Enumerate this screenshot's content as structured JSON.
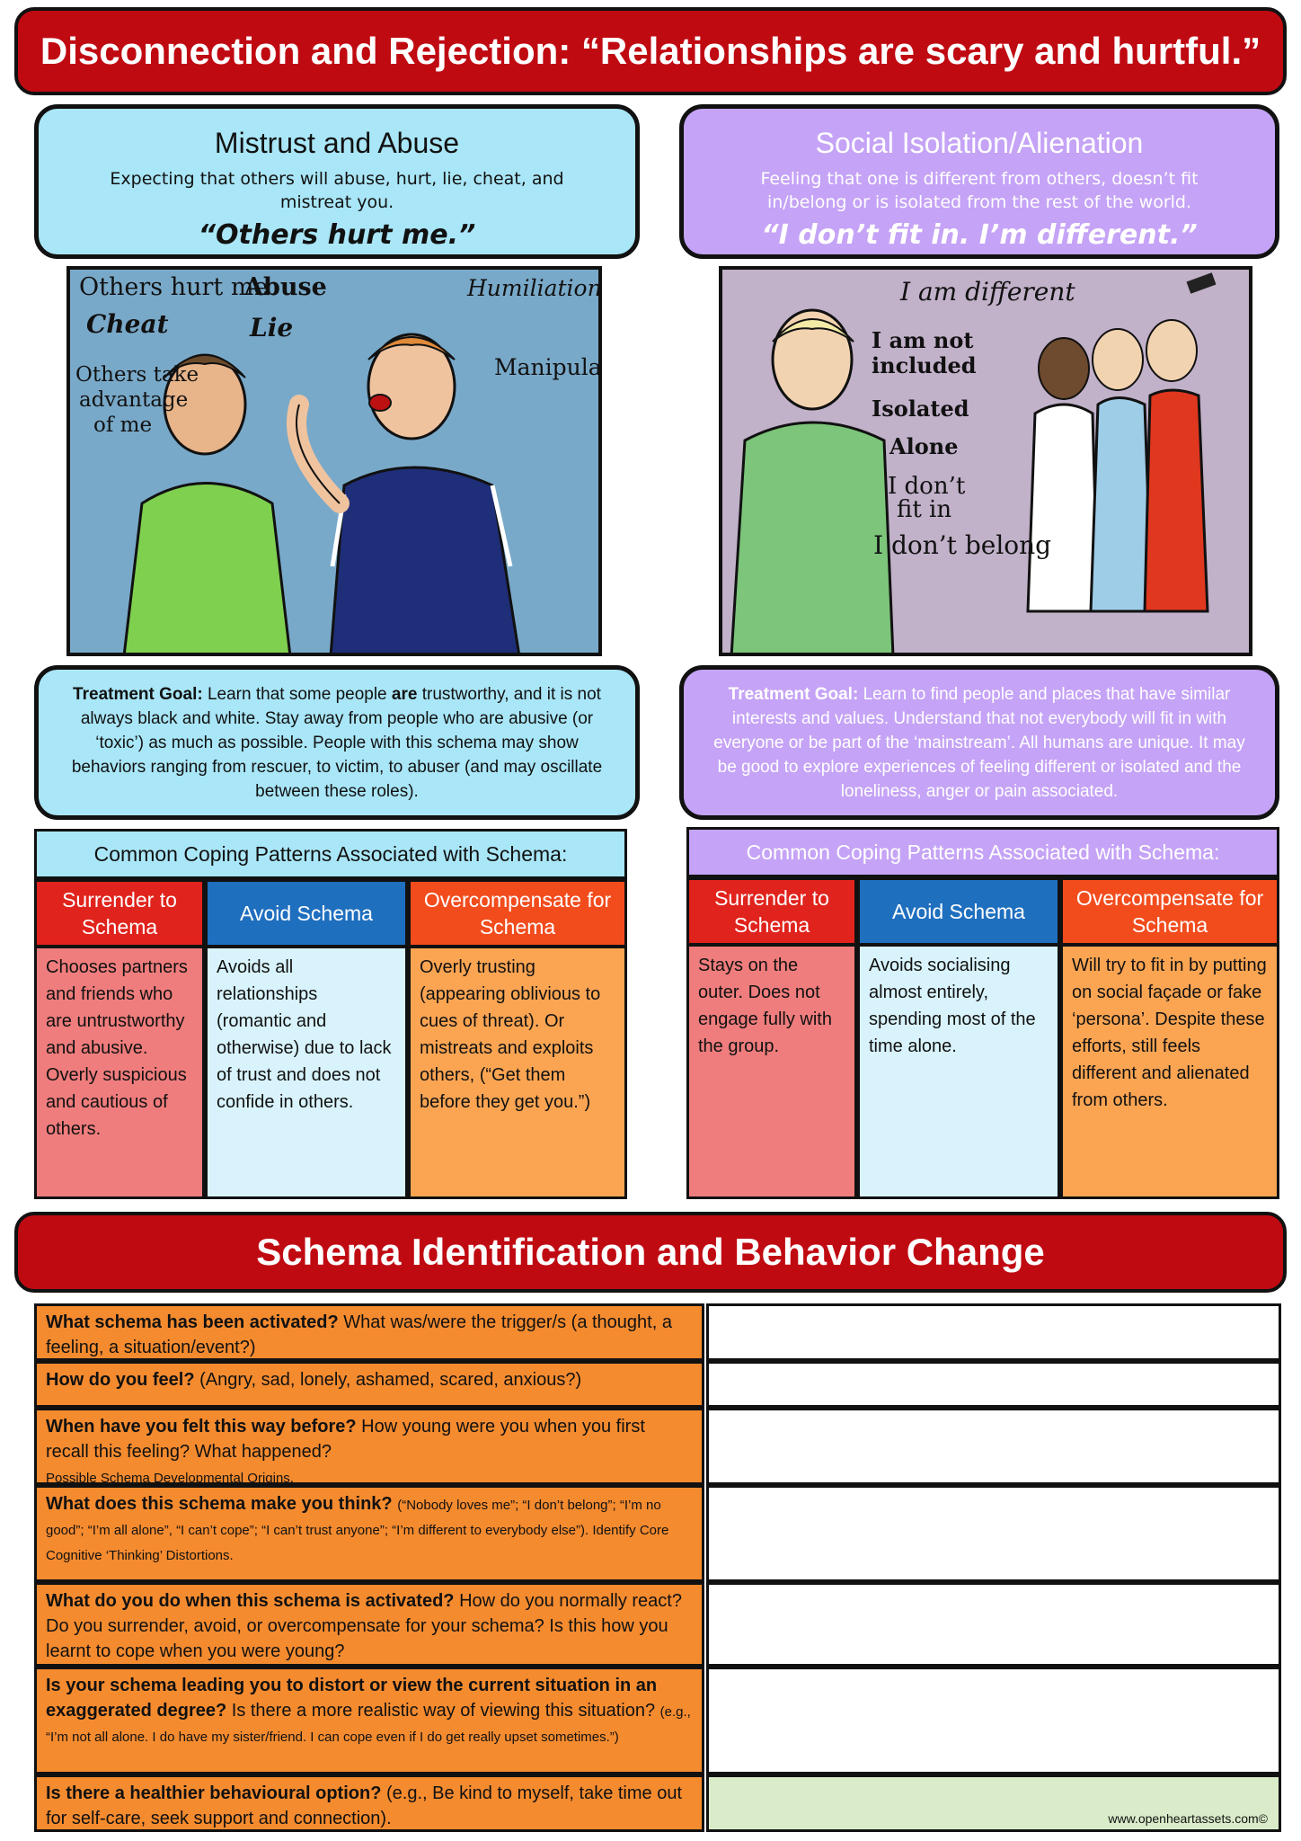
{
  "banner_top": "Disconnection and Rejection: “Relationships are scary and hurtful.”",
  "left": {
    "title": "Mistrust and Abuse",
    "description": "Expecting that others will abuse, hurt, lie, cheat, and mistreat you.",
    "quote": "“Others hurt me.”",
    "illustration_labels": {
      "l1": "Others hurt me",
      "l2": "Abuse",
      "l3": "Humiliation",
      "l4": "Cheat",
      "l5": "Lie",
      "l6": "Others take",
      "l7": "advantage",
      "l8": "of me",
      "l9": "Manipulate"
    },
    "goal_label": "Treatment Goal:",
    "goal_text_1": " Learn that some people ",
    "goal_bold": "are",
    "goal_text_2": " trustworthy, and it is not always black and white. Stay away from people who are abusive (or ‘toxic’) as much as possible. People with this schema may show behaviors ranging from rescuer, to victim, to abuser (and may oscillate between these roles).",
    "coping_header": "Common Coping Patterns Associated with Schema:",
    "columns": [
      {
        "header": "Surrender to Schema",
        "body": "Chooses partners and friends who are untrustworthy and abusive. Overly suspicious and cautious of others."
      },
      {
        "header": "Avoid Schema",
        "body": "Avoids all relationships (romantic and otherwise) due to lack of trust and does not confide in others."
      },
      {
        "header": "Overcompensate for Schema",
        "body": "Overly trusting (appearing oblivious to cues of threat). Or mistreats and exploits others, (“Get them before they get you.”)"
      }
    ]
  },
  "right": {
    "title": "Social Isolation/Alienation",
    "description": "Feeling that one is different from others, doesn’t fit in/belong or is isolated from the rest of the world.",
    "quote": "“I don’t fit in. I’m different.”",
    "illustration_labels": {
      "r1": "I am different",
      "r2": "I am not",
      "r3": "included",
      "r4": "Isolated",
      "r5": "Alone",
      "r6": "I don’t",
      "r7": "fit in",
      "r8": "I don’t belong"
    },
    "goal_label": "Treatment Goal:",
    "goal_text": " Learn to find people and places that have similar interests and values. Understand that not everybody will fit in with everyone or be part of the ‘mainstream’. All humans are unique. It may be good to explore experiences of feeling different or isolated and the loneliness, anger or pain associated.",
    "coping_header": "Common Coping Patterns Associated with Schema:",
    "columns": [
      {
        "header": "Surrender to Schema",
        "body": "Stays on the outer. Does not engage fully with the group."
      },
      {
        "header": "Avoid Schema",
        "body": "Avoids socialising almost entirely, spending most of the time alone."
      },
      {
        "header": "Overcompensate for Schema",
        "body": "Will try to fit in by putting on social façade or fake ‘persona’. Despite these efforts, still feels different and alienated from others."
      }
    ]
  },
  "banner_mid": "Schema Identification and Behavior Change",
  "worksheet": [
    {
      "bold": "What schema has been activated?",
      "text": " What was/were the trigger/s (a thought, a feeling, a situation/event?)",
      "small": ""
    },
    {
      "bold": "How do you feel?",
      "text": " (Angry, sad, lonely, ashamed, scared, anxious?)",
      "small": ""
    },
    {
      "bold": "When have you felt this way before?",
      "text": " How young were you when you first recall this feeling? What happened?",
      "small": "Possible Schema Developmental Origins."
    },
    {
      "bold": "What does this schema make you think?",
      "text": "",
      "small": "(“Nobody loves me”; “I don’t belong”; “I’m no good”; “I’m all alone”, “I can’t cope”; “I can’t trust anyone”; “I’m different to everybody else”). Identify Core Cognitive ‘Thinking’ Distortions."
    },
    {
      "bold": "What do you do when this schema is activated?",
      "text": " How do you normally react? Do you surrender, avoid, or overcompensate for your schema? Is this how you learnt to cope when you were young?",
      "small": ""
    },
    {
      "bold": "Is your schema leading you to distort or view the current situation in an exaggerated degree?",
      "text": " Is there a more realistic way of viewing this situation?",
      "small": "(e.g., “I’m not all alone. I do have my sister/friend. I can cope even if I do get really upset sometimes.”)"
    },
    {
      "bold": "Is there a healthier behavioural option?",
      "text": " (e.g., Be kind to myself, take time out for self-care, seek support and connection).",
      "small": ""
    }
  ],
  "credit": "www.openheartassets.com©",
  "colors": {
    "banner_red": "#c00a12",
    "light_blue": "#a9e6f7",
    "lavender": "#c5a3f6",
    "surrender_red": "#e0231c",
    "avoid_blue": "#1f6fbf",
    "overcomp_orange": "#f24c1d",
    "worksheet_orange": "#f58b2f",
    "answer_green": "#d9ebc9"
  }
}
